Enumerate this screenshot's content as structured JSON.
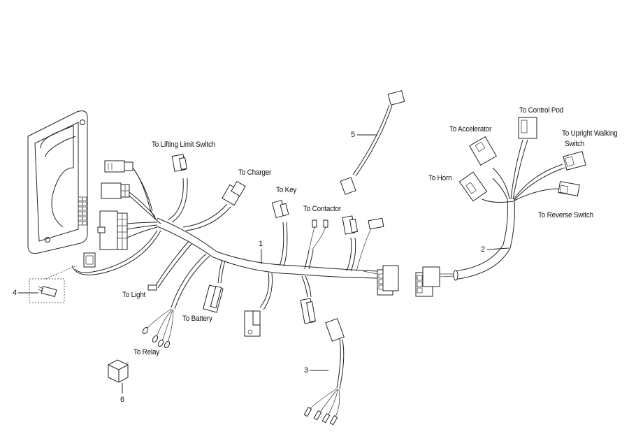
{
  "diagram": {
    "type": "parts exploded view - wiring harness",
    "callouts": [
      {
        "id": "1",
        "label": "1"
      },
      {
        "id": "2",
        "label": "2"
      },
      {
        "id": "3",
        "label": "3"
      },
      {
        "id": "4",
        "label": "4"
      },
      {
        "id": "5",
        "label": "5"
      },
      {
        "id": "6",
        "label": "6"
      }
    ],
    "labels": {
      "lifting_limit_switch": "To  Lifting Limit Switch",
      "charger": "To  Charger",
      "key": "To  Key",
      "contactor": "To  Contactor",
      "light": "To Light",
      "battery": "To Battery",
      "relay": "To  Relay",
      "accelerator": "To Accelerator",
      "control_pod": "To Control Pod",
      "upright_walking_switch_1": "To Upright Walking",
      "upright_walking_switch_2": "Switch",
      "horn": "To Horn",
      "reverse_switch": "To Reverse Switch"
    }
  }
}
